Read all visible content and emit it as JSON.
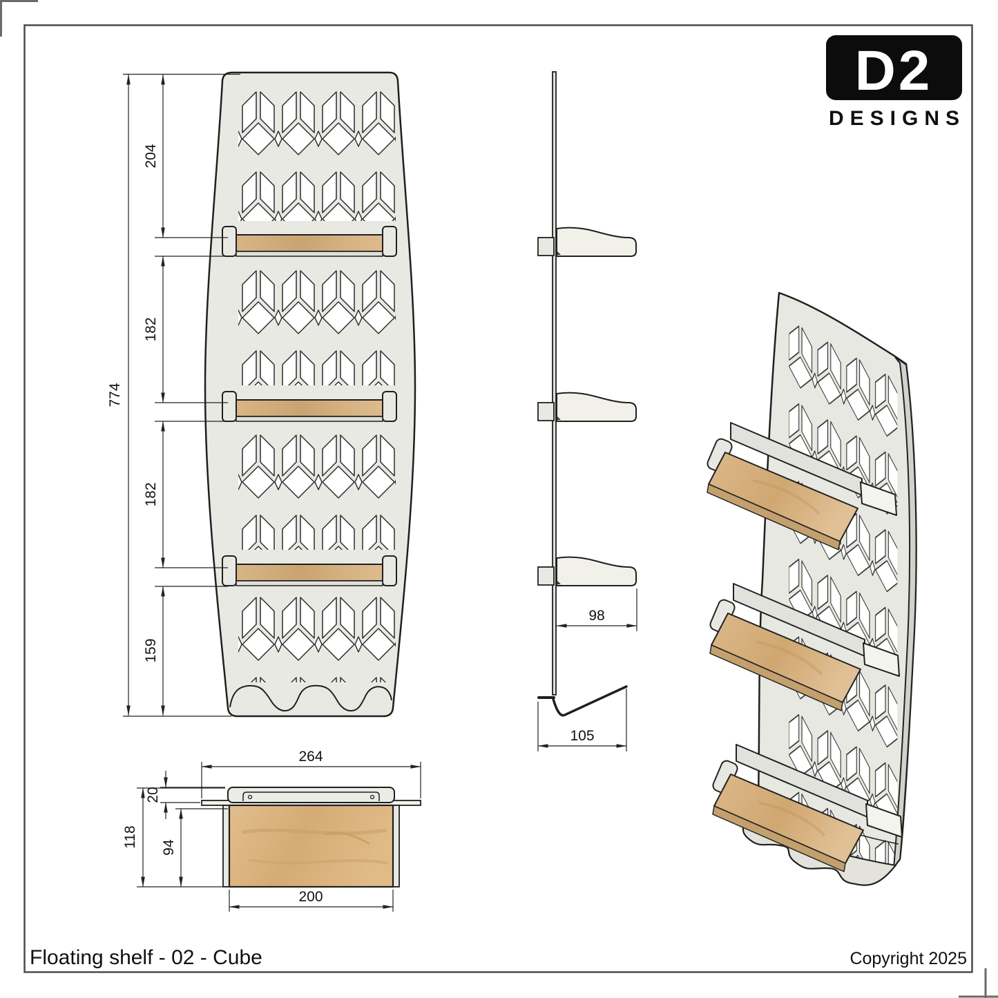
{
  "logo": {
    "mark": "D2",
    "name": "DESIGNS"
  },
  "title_block": {
    "title": "Floating shelf - 02 - Cube",
    "copyright": "Copyright 2025"
  },
  "dimensions": {
    "front": {
      "overall": "774",
      "top_to_shelf1": "204",
      "shelf1_to_shelf2": "182",
      "shelf2_to_shelf3": "182",
      "shelf3_to_bottom": "159"
    },
    "side": {
      "shelf_depth": "98",
      "base_depth": "105"
    },
    "plan": {
      "bracket_width": "264",
      "back_offset": "20",
      "total_depth": "118",
      "board_depth": "94",
      "board_width": "200"
    }
  },
  "colors": {
    "panel": "#e9e9e4",
    "panel_light": "#f1f1ea",
    "wood": "#d9b583",
    "wood_dark": "#c4a06e",
    "outline": "#1f1f1f",
    "dim_line": "#222222",
    "logo_bg": "#0c0c0c"
  }
}
